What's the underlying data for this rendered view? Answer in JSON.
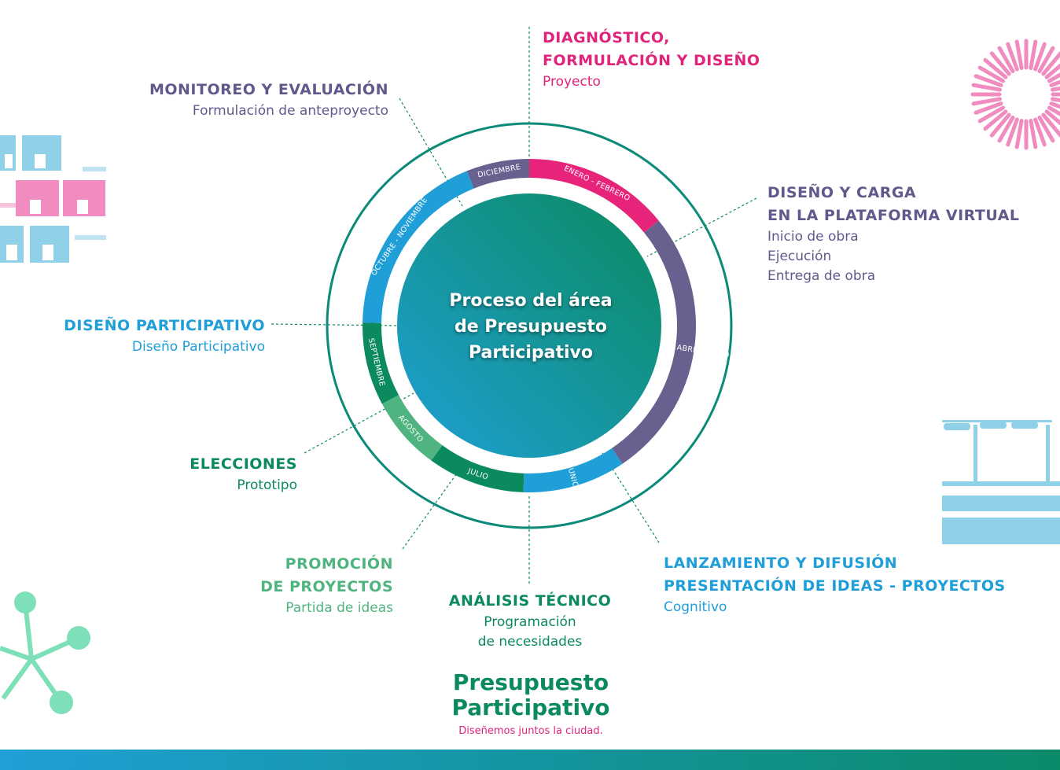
{
  "center_title": [
    "Proceso del área",
    "de Presupuesto",
    "Participativo"
  ],
  "segments": [
    {
      "id": "diciembre",
      "label": "DICIEMBRE",
      "start": -22,
      "end": 0,
      "color": "#68608f"
    },
    {
      "id": "enero-febrero",
      "label": "ENERO - FEBRERO",
      "start": 0,
      "end": 51,
      "color": "#e8247a"
    },
    {
      "id": "marzo-abril-mayo",
      "label": "MARZO - ABRIL - MAYO",
      "start": 51,
      "end": 146,
      "color": "#68608f"
    },
    {
      "id": "junio",
      "label": "JUNIO",
      "start": 146,
      "end": 182,
      "color": "#1f9ed8"
    },
    {
      "id": "julio",
      "label": "JULIO",
      "start": 182,
      "end": 216,
      "color": "#0b8a5e"
    },
    {
      "id": "agosto",
      "label": "AGOSTO",
      "start": 216,
      "end": 242,
      "color": "#4fb47f"
    },
    {
      "id": "septiembre",
      "label": "SEPTIEMBRE",
      "start": 242,
      "end": 271,
      "color": "#0b8a5e"
    },
    {
      "id": "octubre-noviembre",
      "label": "OCTUBRE - NOVIEMBRE",
      "start": 271,
      "end": 338,
      "color": "#1f9ed8"
    }
  ],
  "stages": [
    {
      "id": "diagnostico",
      "title": [
        "DIAGNÓSTICO,",
        "FORMULACIÓN  Y DISEÑO"
      ],
      "subs": [
        "Proyecto"
      ],
      "color": "#e0247b"
    },
    {
      "id": "monitoreo",
      "title": [
        "MONITOREO Y EVALUACIÓN"
      ],
      "subs": [
        "Formulación de anteproyecto"
      ],
      "color": "#605a8c"
    },
    {
      "id": "diseno-carga",
      "title": [
        "DISEÑO Y CARGA",
        "EN LA PLATAFORMA VIRTUAL"
      ],
      "subs": [
        "Inicio de obra",
        "Ejecución",
        "Entrega de obra"
      ],
      "color": "#605a8c"
    },
    {
      "id": "diseno-participativo",
      "title": [
        "DISEÑO PARTICIPATIVO"
      ],
      "subs": [
        "Diseño Participativo"
      ],
      "color": "#1f9ed8"
    },
    {
      "id": "elecciones",
      "title": [
        "ELECCIONES"
      ],
      "subs": [
        "Prototipo"
      ],
      "color": "#0b8a5e"
    },
    {
      "id": "promocion",
      "title": [
        "PROMOCIÓN",
        "DE PROYECTOS"
      ],
      "subs": [
        "Partida de ideas"
      ],
      "color": "#4fb47f"
    },
    {
      "id": "analisis",
      "title": [
        "ANÁLISIS TÉCNICO"
      ],
      "subs": [
        "Programación",
        "de necesidades"
      ],
      "color": "#0b8a5e"
    },
    {
      "id": "lanzamiento",
      "title": [
        "LANZAMIENTO Y DIFUSIÓN",
        "PRESENTACIÓN DE IDEAS - PROYECTOS"
      ],
      "subs": [
        "Cognitivo"
      ],
      "color": "#1f9ed8"
    }
  ],
  "logo": {
    "line1": "Presupuesto",
    "line2": "Participativo",
    "tagline": "Diseñemos juntos la ciudad."
  },
  "colors": {
    "outer_ring": "#0b8a7a",
    "leader": "#0b8a5e",
    "center_from": "#1fa0d6",
    "center_to": "#0b8a5e"
  },
  "decor_icons": [
    "houses-icon",
    "sunburst-icon",
    "streetlights-icon",
    "molecule-icon"
  ]
}
